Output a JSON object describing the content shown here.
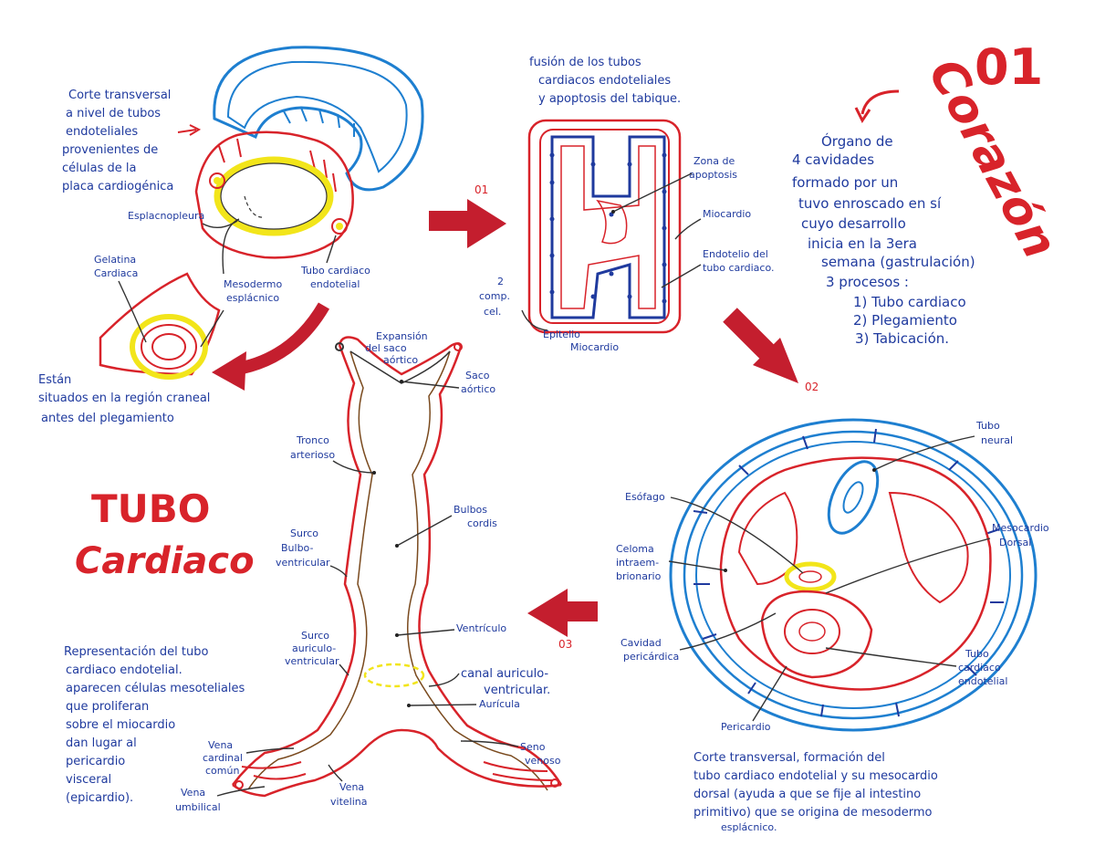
{
  "header": {
    "number": "01",
    "title": "Corazón"
  },
  "summary": {
    "lines": [
      "Órgano de",
      "4 cavidades",
      "formado por un",
      "tuvo enroscado en sí",
      "cuyo desarrollo",
      "inicia en la 3era",
      "semana (gastrulación)",
      "3 procesos :",
      "1) Tubo cardiaco",
      "2) Plegamiento",
      "3) Tabicación."
    ]
  },
  "arrows": {
    "step1": "01",
    "step2": "02",
    "step3": "03"
  },
  "diagram1": {
    "caption": [
      "Corte transversal",
      "a nivel de tubos",
      "endoteliales",
      "provenientes de",
      "células de la",
      "placa cardiogénica"
    ],
    "label_esplacnopleura": "Esplacnopleura",
    "label_gelatina": [
      "Gelatina",
      "Cardiaca"
    ],
    "label_mesodermo": [
      "Mesodermo",
      "esplácnico"
    ],
    "label_tubo": [
      "Tubo cardiaco",
      "endotelial"
    ],
    "note": [
      "Están",
      "situados en la región craneal",
      "antes del plegamiento"
    ]
  },
  "diagram2": {
    "title": [
      "fusión de los tubos",
      "cardiacos endoteliales",
      "y apoptosis del tabique."
    ],
    "label_zona": [
      "Zona de",
      "apoptosis"
    ],
    "label_miocardio": "Miocardio",
    "label_endotelio": [
      "Endotelio del",
      "tubo cardiaco."
    ],
    "label_comp": [
      "2",
      "comp.",
      "cel."
    ],
    "label_epitelio": [
      "Epitelio",
      "Miocardio"
    ]
  },
  "diagram3": {
    "label_tubo_neural": [
      "Tubo",
      "neural"
    ],
    "label_esofago": "Esófago",
    "label_mesocardio": [
      "Mesocardio",
      "Dorsal"
    ],
    "label_celoma": [
      "Celoma",
      "intraem-",
      "brionario"
    ],
    "label_cavidad": [
      "Cavidad",
      "pericárdica"
    ],
    "label_tubo_endo": [
      "Tubo",
      "cardiaco",
      "endotelial"
    ],
    "label_pericardio": "Pericardio",
    "caption": [
      "Corte transversal, formación del",
      "tubo cardiaco endotelial y su mesocardio",
      "dorsal (ayuda a que se fije al intestino",
      "primitivo) que se origina de mesodermo",
      "esplácnico."
    ]
  },
  "diagram4": {
    "title_line1": "TUBO",
    "title_line2": "Cardiaco",
    "label_expansion": [
      "Expansión",
      "del saco",
      "aórtico"
    ],
    "label_saco": [
      "Saco",
      "aórtico"
    ],
    "label_tronco": [
      "Tronco",
      "arterioso"
    ],
    "label_bulbus": [
      "Bulbos",
      "cordis"
    ],
    "label_surco_bulbo": [
      "Surco",
      "Bulbo-",
      "ventricular"
    ],
    "label_ventriculo": "Ventrículo",
    "label_surco_av": [
      "Surco",
      "auriculo-",
      "ventricular"
    ],
    "label_canal": [
      "canal auriculo-",
      "ventricular."
    ],
    "label_auricula": "Aurícula",
    "label_seno": [
      "Seno",
      "venoso"
    ],
    "label_vena_cardinal": [
      "Vena",
      "cardinal",
      "común"
    ],
    "label_vena_umbilical": [
      "Vena",
      "umbilical"
    ],
    "label_vena_vitelina": [
      "Vena",
      "vitelina"
    ],
    "note": [
      "Representación del tubo",
      "cardiaco endotelial.",
      "aparecen células mesoteliales",
      "que proliferan",
      "sobre el miocardio",
      "dan lugar al",
      "pericardio",
      "visceral",
      "(epicardio)."
    ]
  },
  "colors": {
    "red": "#d8232a",
    "blue": "#1e7fd0",
    "ink": "#1f3a9e",
    "yellow": "#f2e51a",
    "brown": "#7a4a1e"
  }
}
